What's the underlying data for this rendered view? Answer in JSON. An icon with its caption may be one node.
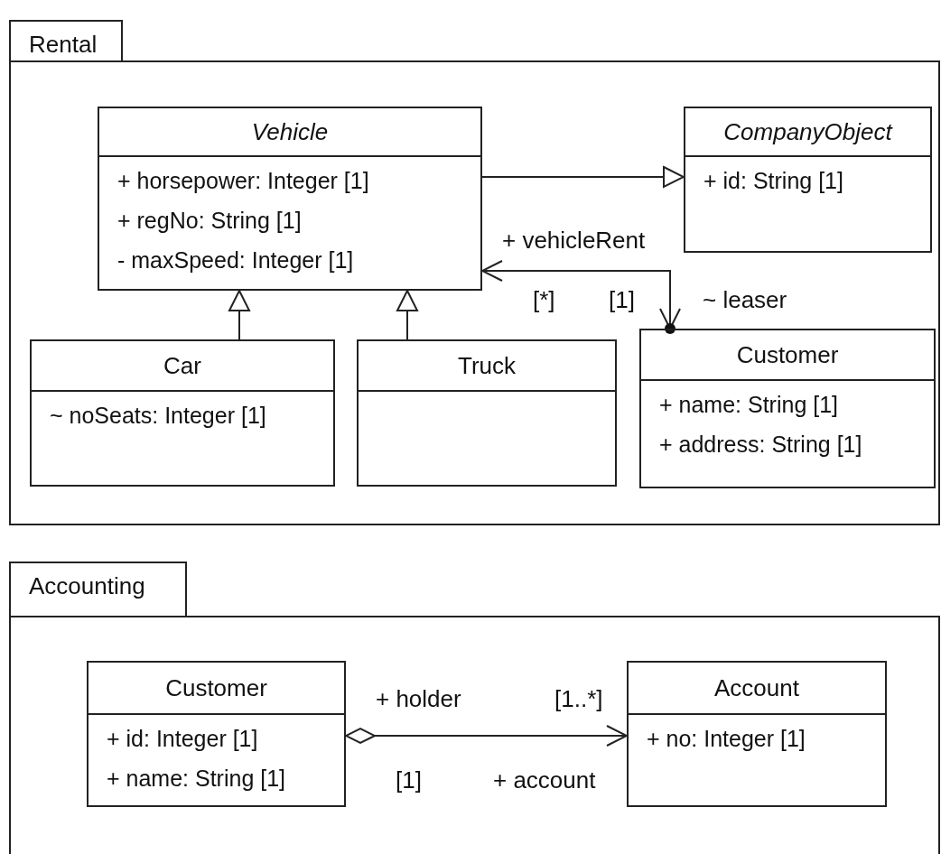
{
  "diagram": {
    "nodes": [
      {
        "text": [
          "Rental"
        ]
      },
      {
        "text": [
          "Vehicle",
          "+ horsepower: Integer [1]",
          "+ regNo: String [1]",
          "- maxSpeed: Integer [1]"
        ],
        "in": 0
      },
      {
        "text": [
          "CompanyObject",
          "+ id: String [1]"
        ],
        "in": 0
      },
      {
        "text": [
          "Car",
          "~ noSeats: Integer [1]"
        ],
        "in": 0
      },
      {
        "text": [
          "Truck"
        ],
        "in": 0
      },
      {
        "text": [
          "Customer",
          "+ name: String [1]",
          "+ address: String [1]"
        ],
        "in": 0
      },
      {
        "text": [
          "Accounting"
        ]
      },
      {
        "text": [
          "Customer",
          "+ id: Integer [1]",
          "+ name: String [1]"
        ],
        "in": 6
      },
      {
        "text": [
          "Account",
          "+ no: Integer [1]"
        ],
        "in": 6
      }
    ],
    "edges": [
      {
        "from": 1,
        "to": 2,
        "arrow": "to"
      },
      {
        "from": 3,
        "to": 1,
        "arrow": "to"
      },
      {
        "from": 4,
        "to": 1,
        "arrow": "to"
      },
      {
        "from": 5,
        "to": 1,
        "arrow": "both",
        "label": "+ vehicleRent"
      },
      {
        "from": 7,
        "to": 8,
        "arrow": "to"
      }
    ],
    "labels": [
      "[*]",
      "[1]",
      "~ leaser",
      "+ holder",
      "[1..*]",
      "[1]",
      "+ account"
    ]
  }
}
